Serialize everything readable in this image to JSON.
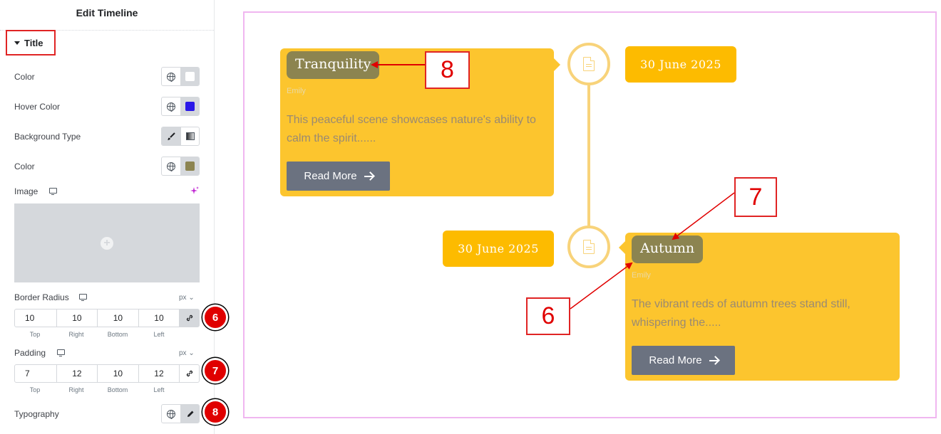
{
  "panel": {
    "title": "Edit Timeline",
    "section": "Title",
    "color_label": "Color",
    "hover_color_label": "Hover Color",
    "background_type_label": "Background Type",
    "bg_color_label": "Color",
    "image_label": "Image",
    "border_radius_label": "Border Radius",
    "border_radius_unit": "px",
    "border_radius": {
      "top": "10",
      "right": "10",
      "bottom": "10",
      "left": "10"
    },
    "padding_label": "Padding",
    "padding_unit": "px",
    "padding": {
      "top": "7",
      "right": "12",
      "bottom": "10",
      "left": "12"
    },
    "dim_labels": {
      "top": "Top",
      "right": "Right",
      "bottom": "Bottom",
      "left": "Left"
    },
    "typography_label": "Typography",
    "colors": {
      "title_color": "#ffffff",
      "hover_color": "#2a18e8",
      "background_color": "#8c8450"
    }
  },
  "badges": {
    "b6": "6",
    "b7": "7",
    "b8": "8"
  },
  "timeline": {
    "items": [
      {
        "title": "Tranquility",
        "author": "Emily",
        "text": "This peaceful scene showcases nature's ability to calm the spirit......",
        "button": "Read More",
        "date": "30 June 2025"
      },
      {
        "title": "Autumn",
        "author": "Emily",
        "text": "The vibrant reds of autumn trees stand still, whispering the.....",
        "button": "Read More",
        "date": "30 June 2025"
      }
    ]
  },
  "callouts": {
    "c8": "8",
    "c7": "7",
    "c6": "6"
  },
  "icons": [
    "globe-icon",
    "brush-icon",
    "gradient-icon",
    "monitor-icon",
    "ai-sparkle-icon",
    "add-icon",
    "link-icon",
    "edit-pen-icon",
    "document-icon",
    "arrow-right-icon"
  ]
}
